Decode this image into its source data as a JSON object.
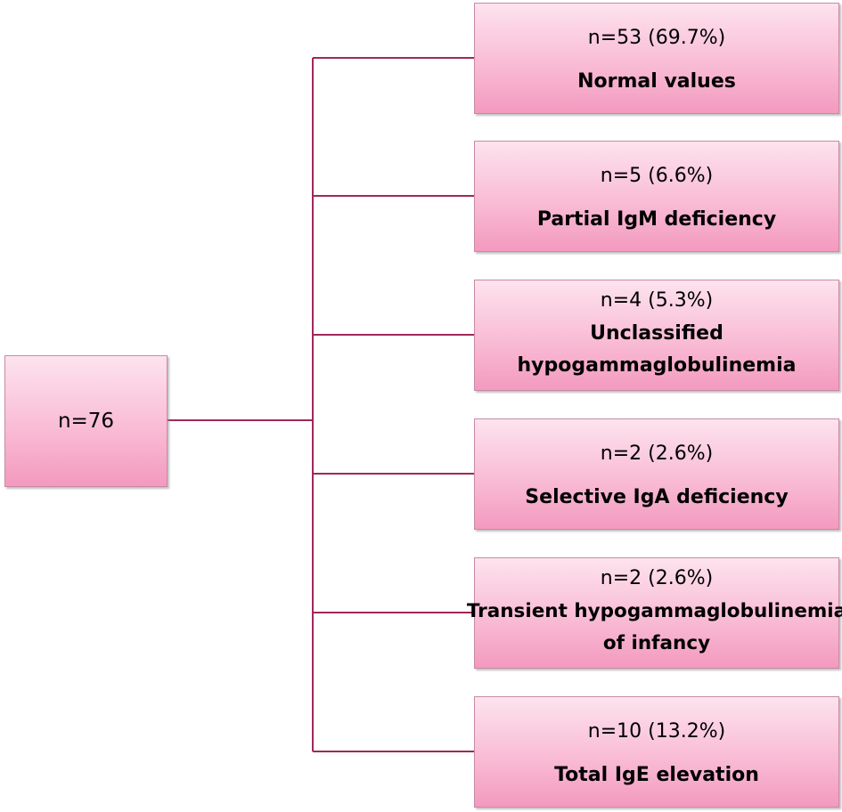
{
  "root": {
    "count": "n=76"
  },
  "categories": [
    {
      "count": "n=53 (69.7%)",
      "label": "Normal values"
    },
    {
      "count": "n=5 (6.6%)",
      "label": "Partial IgM deficiency"
    },
    {
      "count": "n=4 (5.3%)",
      "label_lines": [
        "Unclassified",
        "hypogammaglobulinemia"
      ]
    },
    {
      "count": "n=2 (2.6%)",
      "label": "Selective IgA deficiency"
    },
    {
      "count": "n=2 (2.6%)",
      "label_lines": [
        "Transient hypogammaglobulinemia",
        "of infancy"
      ]
    },
    {
      "count": "n=10 (13.2%)",
      "label": "Total IgE elevation"
    }
  ],
  "colors": {
    "connector": "#a0285a",
    "box_fill_top": "#fde3ee",
    "box_fill_bottom": "#f39abf"
  }
}
